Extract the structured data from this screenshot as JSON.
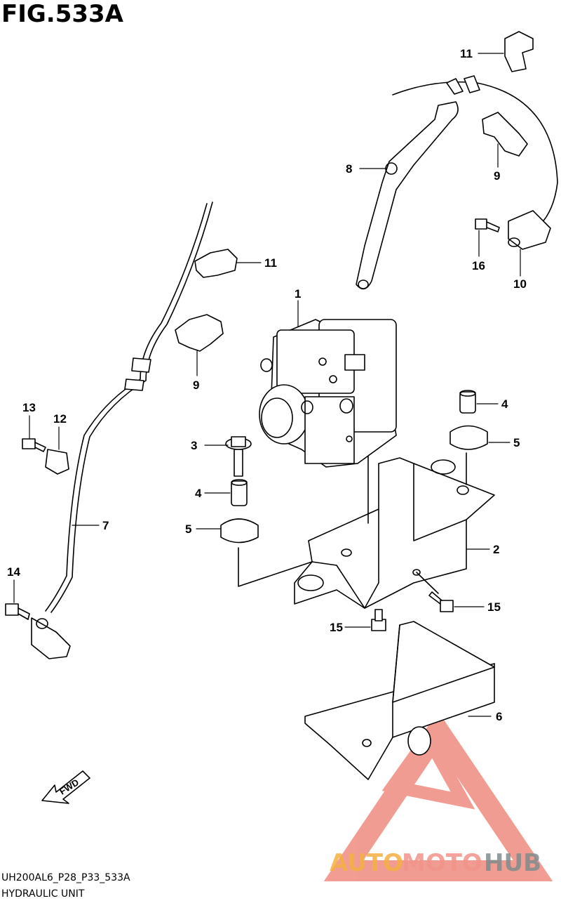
{
  "figure": {
    "title": "FIG.533A",
    "code": "UH200AL6_P28_P33_533A",
    "caption": "HYDRAULIC UNIT"
  },
  "callouts": [
    {
      "id": "c1",
      "label": "1"
    },
    {
      "id": "c2",
      "label": "2"
    },
    {
      "id": "c3",
      "label": "3"
    },
    {
      "id": "c4a",
      "label": "4"
    },
    {
      "id": "c4b",
      "label": "4"
    },
    {
      "id": "c5a",
      "label": "5"
    },
    {
      "id": "c5b",
      "label": "5"
    },
    {
      "id": "c6",
      "label": "6"
    },
    {
      "id": "c7",
      "label": "7"
    },
    {
      "id": "c8",
      "label": "8"
    },
    {
      "id": "c9a",
      "label": "9"
    },
    {
      "id": "c9b",
      "label": "9"
    },
    {
      "id": "c10",
      "label": "10"
    },
    {
      "id": "c11a",
      "label": "11"
    },
    {
      "id": "c11b",
      "label": "11"
    },
    {
      "id": "c12",
      "label": "12"
    },
    {
      "id": "c13",
      "label": "13"
    },
    {
      "id": "c14",
      "label": "14"
    },
    {
      "id": "c15a",
      "label": "15"
    },
    {
      "id": "c15b",
      "label": "15"
    },
    {
      "id": "c16",
      "label": "16"
    }
  ],
  "direction_arrow": {
    "label": "FWD",
    "icon": "forward-arrow-icon"
  },
  "watermark": {
    "text_part1": "AUTO",
    "text_part2": "MOTO",
    "text_part3": "HUB",
    "colors": {
      "auto": "#f5b041",
      "moto": "#f1948a",
      "hub": "#7f8c8d",
      "logo": "#e74c3c"
    }
  }
}
